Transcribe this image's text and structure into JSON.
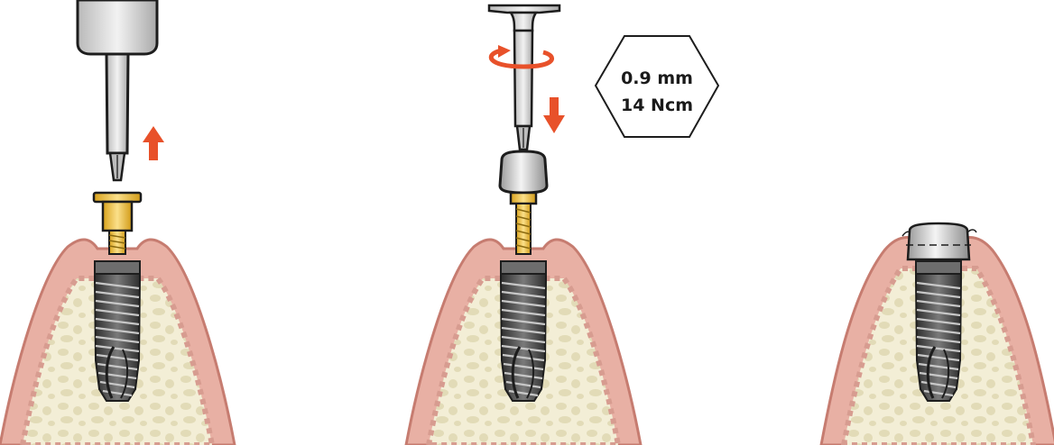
{
  "annotation": {
    "line1": "0.9 mm",
    "line2": "14 Ncm"
  },
  "steps": [
    {
      "id": "step-1",
      "action": "remove-insertion-post",
      "direction": "up"
    },
    {
      "id": "step-2",
      "action": "seat-cover-screw",
      "direction": "down",
      "rotation": "clockwise"
    },
    {
      "id": "step-3",
      "action": "cover-screw-seated"
    }
  ],
  "colors": {
    "gingiva": "#e9b2a6",
    "gingiva_edge": "#c98276",
    "bone": "#f1ecd2",
    "bone_spot": "#e0d9b6",
    "implant": "#4a4a4a",
    "implant_thread": "#8c8c8c",
    "driver": "#dcdcdc",
    "gold": "#f2c64a",
    "arrow": "#e8512a"
  },
  "icons": {
    "up_arrow": "arrow-up-icon",
    "down_arrow": "arrow-down-icon",
    "rotate": "rotate-clockwise-icon",
    "spec": "hexagon-label"
  }
}
